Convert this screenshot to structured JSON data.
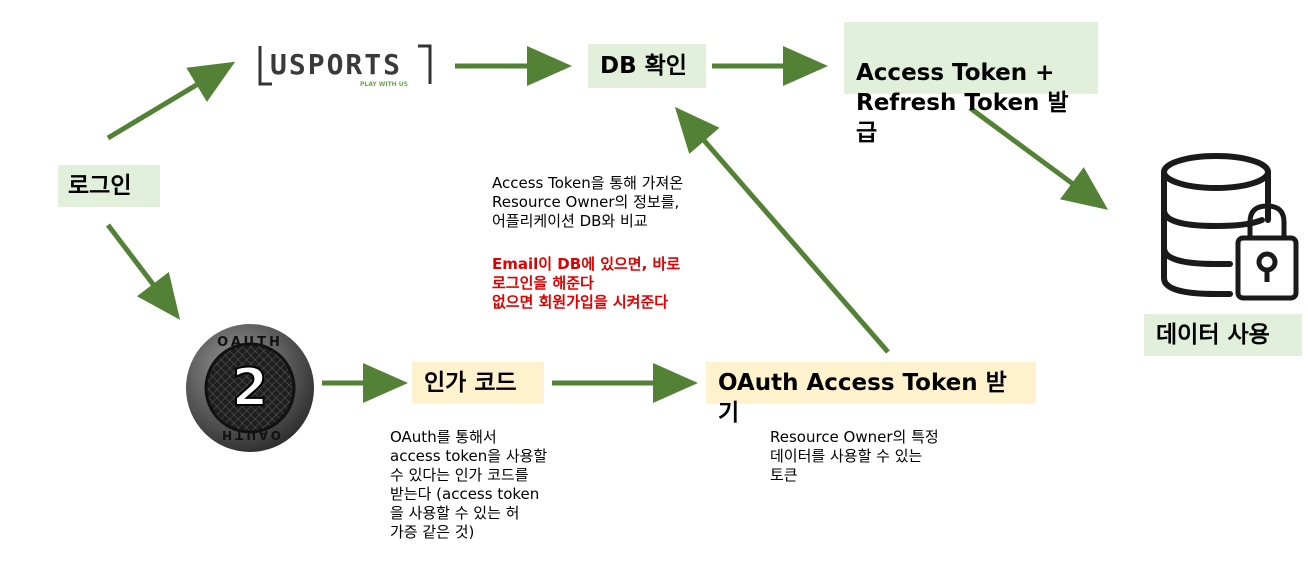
{
  "nodes": {
    "login": "로그인",
    "usports_logo": "USPORTS",
    "usports_tagline": "PLAY WITH US",
    "db_check": "DB 확인",
    "token_issue": "Access Token +\nRefresh Token 발급",
    "data_use": "데이터 사용",
    "oauth_logo_top": "OAUTH",
    "oauth_logo_number": "2",
    "oauth_logo_bottom": "OAUTH",
    "auth_code": "인가 코드",
    "oauth_access_token": "OAuth Access Token 받기"
  },
  "notes": {
    "compare": "Access Token을 통해 가져온\nResource Owner의 정보를,\n어플리케이션 DB와 비교",
    "login_rule": "Email이 DB에 있으면, 바로\n로그인을 해준다\n없으면 회원가입을 시켜준다",
    "auth_code_desc": "OAuth를 통해서\naccess token을 사용할\n수 있다는 인가 코드를\n받는다 (access token\n을 사용할 수 있는 허\n가증 같은 것)",
    "token_desc": "Resource Owner의 특정\n데이터를 사용할 수 있는\n토큰"
  },
  "colors": {
    "arrow": "#538135",
    "green_box": "#e2efda",
    "yellow_box": "#fff2cc",
    "highlight_text": "#e00000"
  },
  "icons": [
    "usports-logo",
    "oauth2-logo-icon",
    "database-lock-icon"
  ]
}
